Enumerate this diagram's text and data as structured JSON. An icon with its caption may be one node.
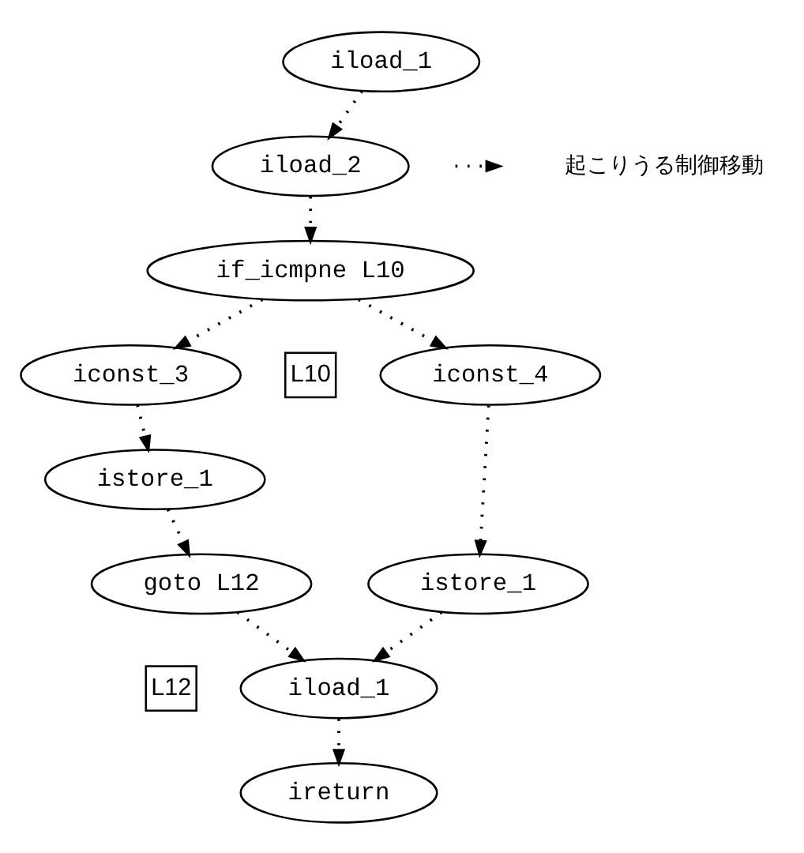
{
  "diagram": {
    "nodes": [
      {
        "text": [
          "iload_1"
        ]
      },
      {
        "text": [
          "iload_2"
        ]
      },
      {
        "text": [
          "if_icmpne L10"
        ]
      },
      {
        "text": [
          "iconst_3"
        ]
      },
      {
        "text": [
          "istore_1"
        ]
      },
      {
        "text": [
          "goto L12"
        ]
      },
      {
        "text": [
          "L10"
        ]
      },
      {
        "text": [
          "iconst_4"
        ]
      },
      {
        "text": [
          "istore_1"
        ]
      },
      {
        "text": [
          "L12"
        ]
      },
      {
        "text": [
          "iload_1"
        ]
      },
      {
        "text": [
          "ireturn"
        ]
      }
    ],
    "edges": [
      {
        "from": 0,
        "to": 1,
        "arrow": "to"
      },
      {
        "from": 1,
        "to": 2,
        "arrow": "to"
      },
      {
        "from": 2,
        "to": 3,
        "arrow": "to"
      },
      {
        "from": 2,
        "to": 7,
        "arrow": "to"
      },
      {
        "from": 3,
        "to": 4,
        "arrow": "to"
      },
      {
        "from": 4,
        "to": 5,
        "arrow": "to"
      },
      {
        "from": 7,
        "to": 8,
        "arrow": "to"
      },
      {
        "from": 5,
        "to": 10,
        "arrow": "to"
      },
      {
        "from": 8,
        "to": 10,
        "arrow": "to"
      },
      {
        "from": 10,
        "to": 11,
        "arrow": "to"
      }
    ],
    "legend": [
      {
        "text": "起こりうる制御移動"
      }
    ]
  }
}
